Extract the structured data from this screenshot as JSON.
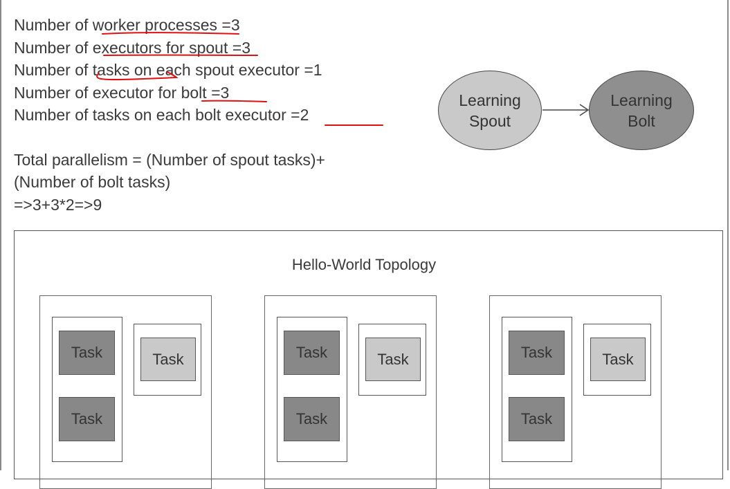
{
  "lines": [
    "Number of worker processes =3",
    "Number of executors for spout =3",
    "Number of tasks on each spout executor =1",
    "Number of executor for bolt =3",
    "Number of tasks on each bolt executor =2"
  ],
  "total": [
    "Total parallelism = (Number of spout tasks)+",
    "(Number of bolt tasks)",
    "=>3+3*2=>9"
  ],
  "nodes": {
    "spout": {
      "line1": "Learning",
      "line2": "Spout",
      "fill": "#c9c9c9"
    },
    "bolt": {
      "line1": "Learning",
      "line2": "Bolt",
      "fill": "#8f8f8f"
    }
  },
  "topology": {
    "title": "Hello-World Topology",
    "task_label": "Task"
  },
  "colors": {
    "annotation": "#e01010",
    "task_dark": "#888888",
    "task_light": "#c9c9c9"
  }
}
